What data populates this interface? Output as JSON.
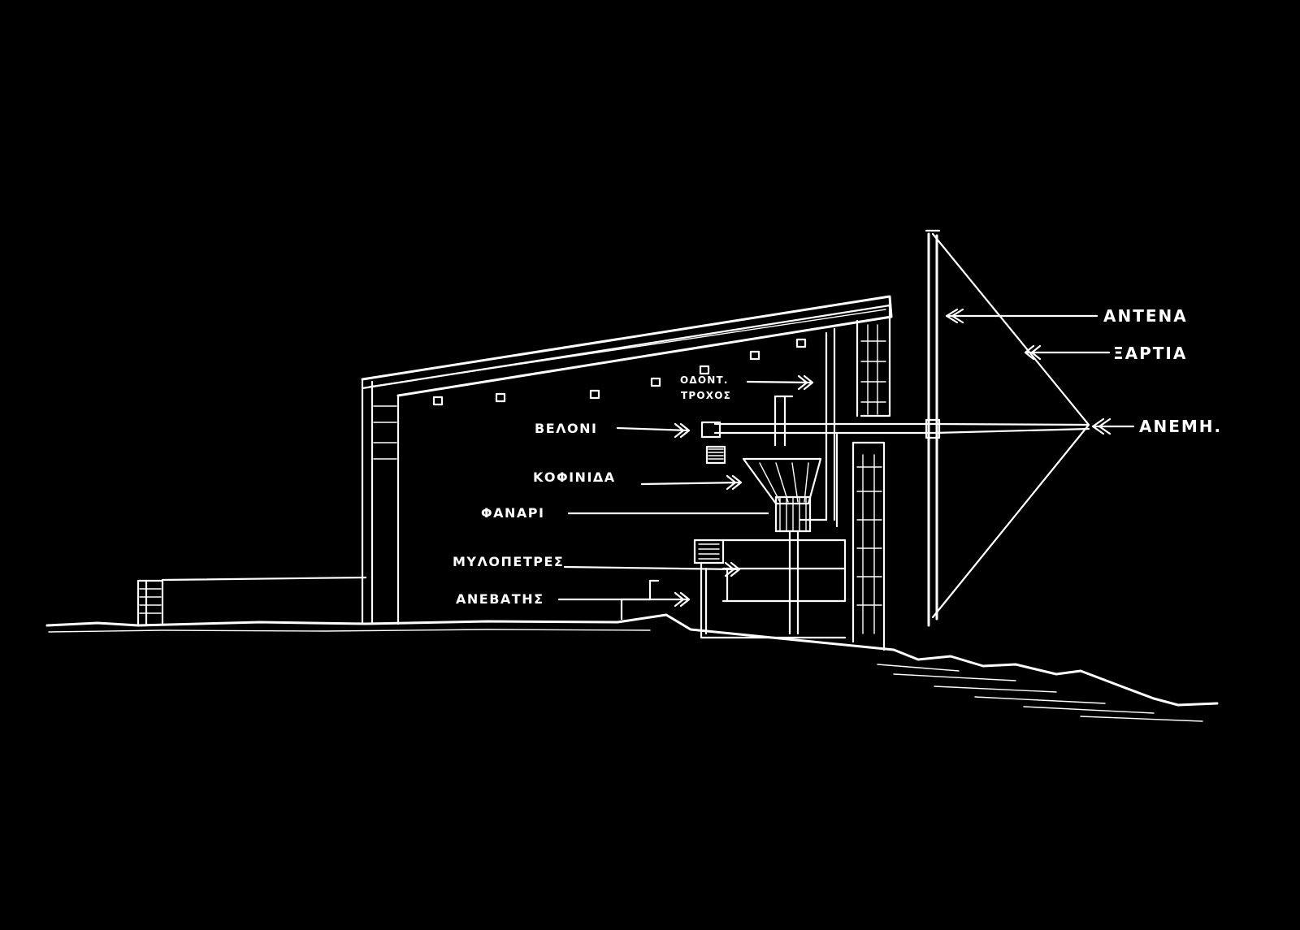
{
  "labels": {
    "antena": "ΑΝΤΕΝΑ",
    "xartia": "ΞΑΡΤΙΑ",
    "anemi": "ΑΝΕΜΗ.",
    "odont_line1": "ΟΔΟΝΤ.",
    "odont_line2": "ΤΡΟΧΟΣ",
    "veloni": "ΒΕΛΟΝΙ",
    "kofinida": "ΚΟΦΙΝΙΔΑ",
    "fanari": "ΦΑΝΑΡΙ",
    "mylopetres": "ΜΥΛΟΠΕΤΡΕΣ",
    "anevatis": "ΑΝΕΒΑΤΗΣ"
  },
  "colors": {
    "background": "#000000",
    "ink": "#ffffff"
  }
}
